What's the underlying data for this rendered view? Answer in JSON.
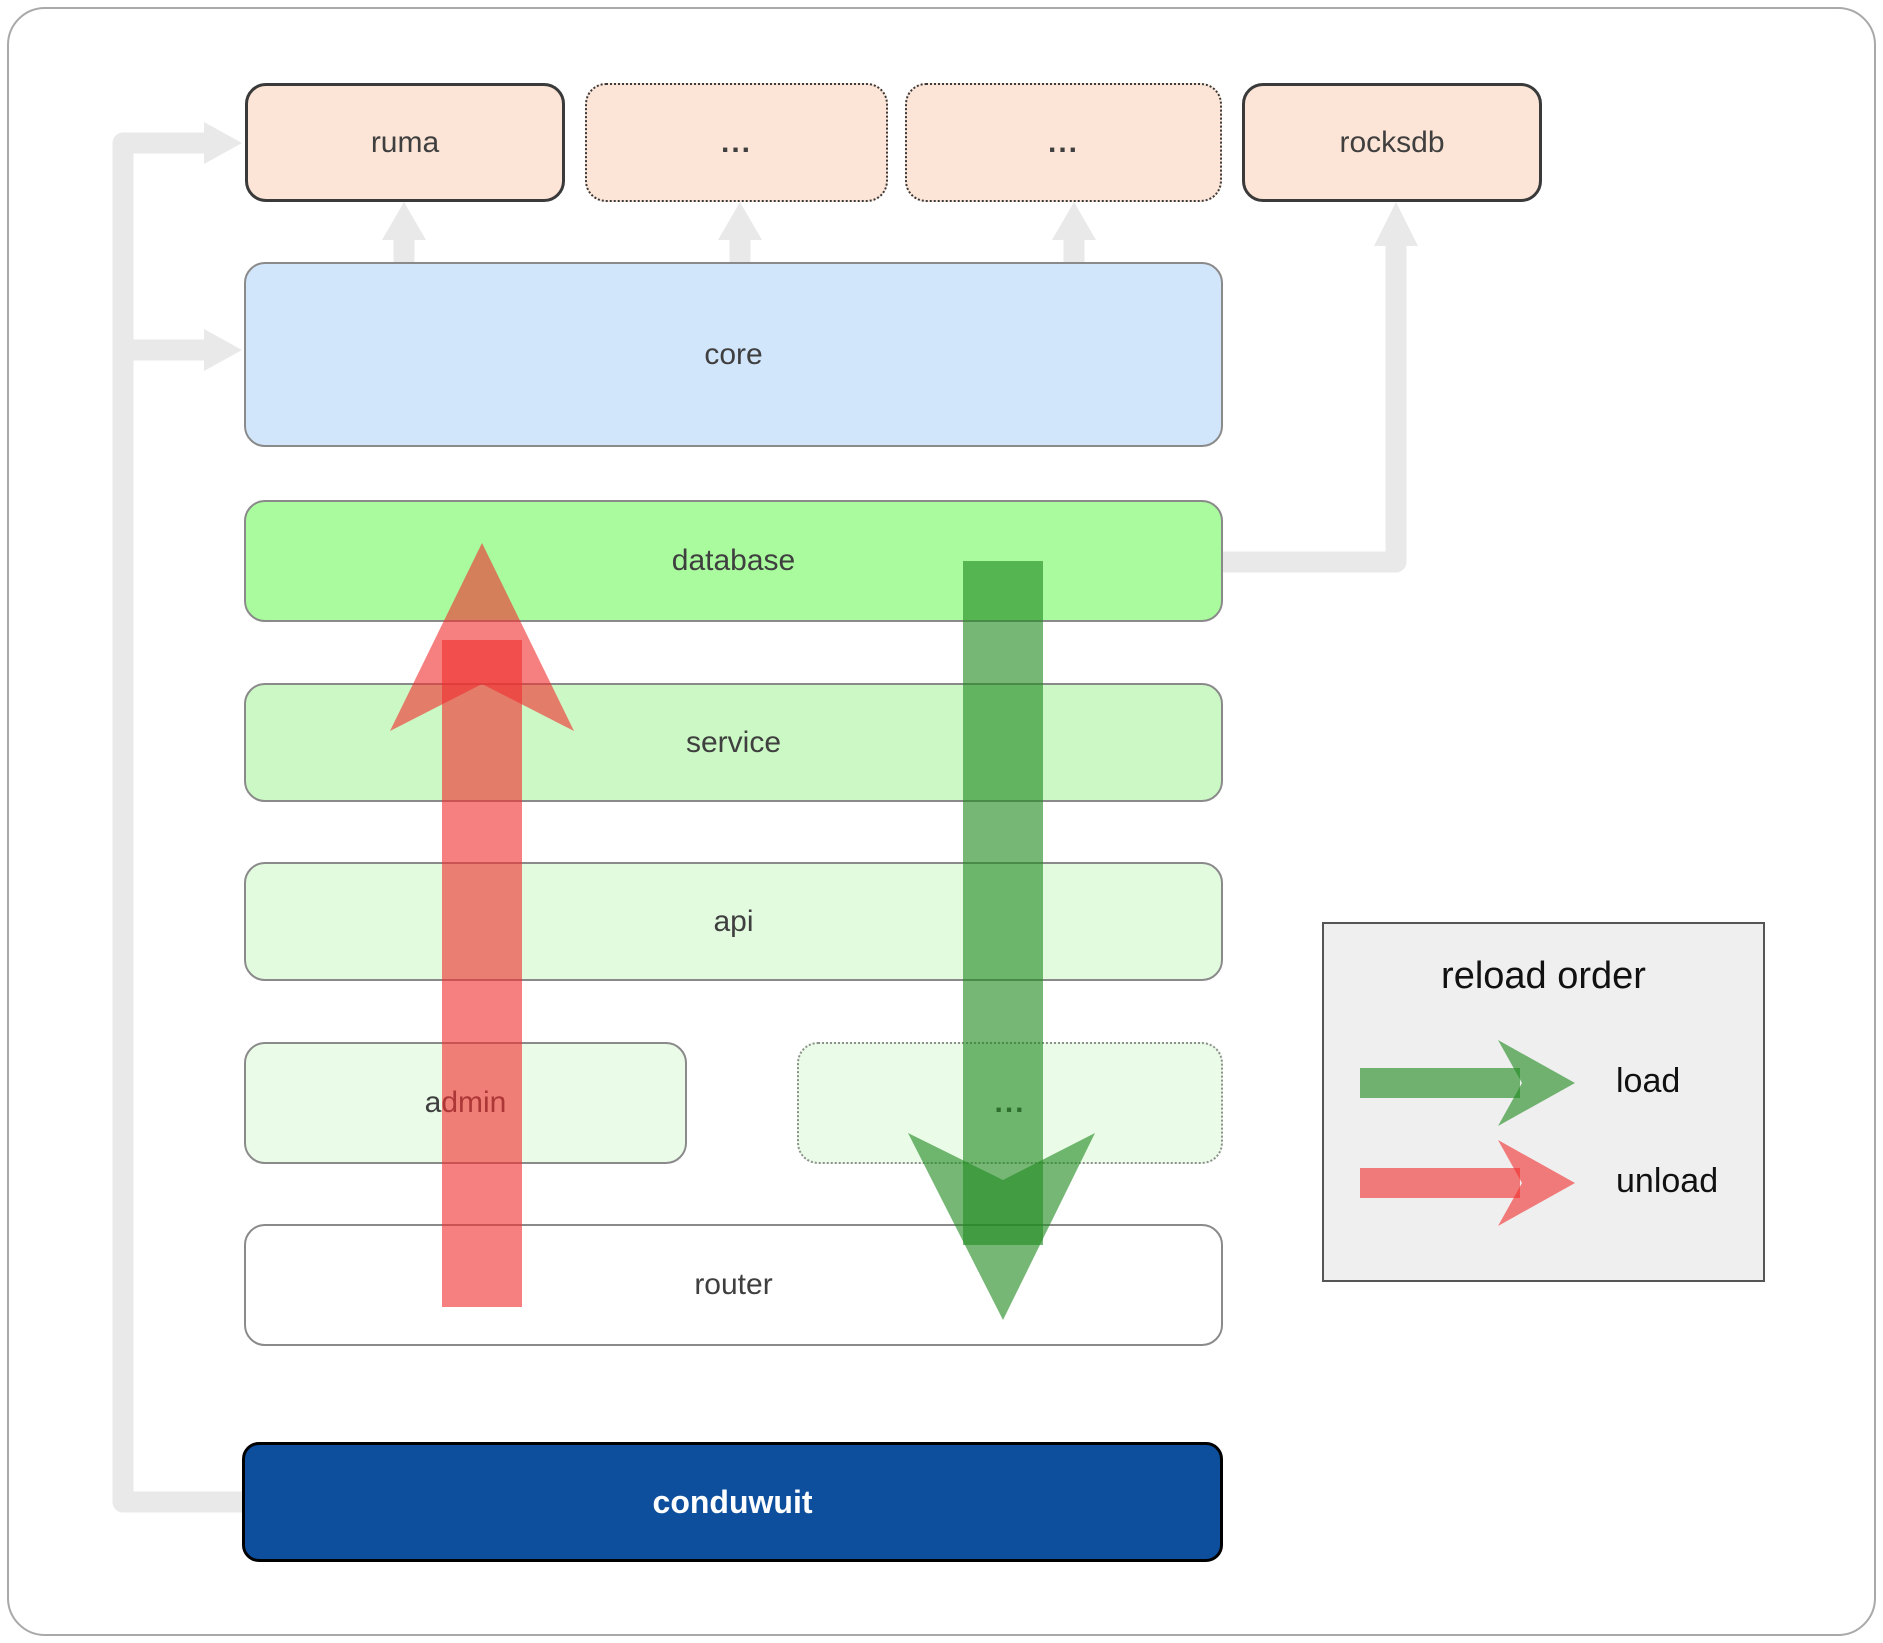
{
  "diagram": {
    "nodes": {
      "ruma": "ruma",
      "crates_more_1": "...",
      "crates_more_2": "...",
      "rocksdb": "rocksdb",
      "core": "core",
      "database": "database",
      "service": "service",
      "api": "api",
      "admin": "admin",
      "services_more": "...",
      "router": "router",
      "conduwuit": "conduwuit"
    },
    "legend": {
      "title": "reload order",
      "load_label": "load",
      "unload_label": "unload"
    },
    "colors": {
      "crate_peach": "#fce5d7",
      "core_blue": "#d2e6fb",
      "database_green": "#a9fb9e",
      "service_green": "#ccf8c5",
      "api_green": "#e2fbdf",
      "admin_green": "#eafce7",
      "conduwuit_blue": "#0d4f9d",
      "load_green": "#228b22",
      "unload_red": "#f03030",
      "connector_gray": "#e9e9e9",
      "legend_bg": "#efefef"
    }
  }
}
